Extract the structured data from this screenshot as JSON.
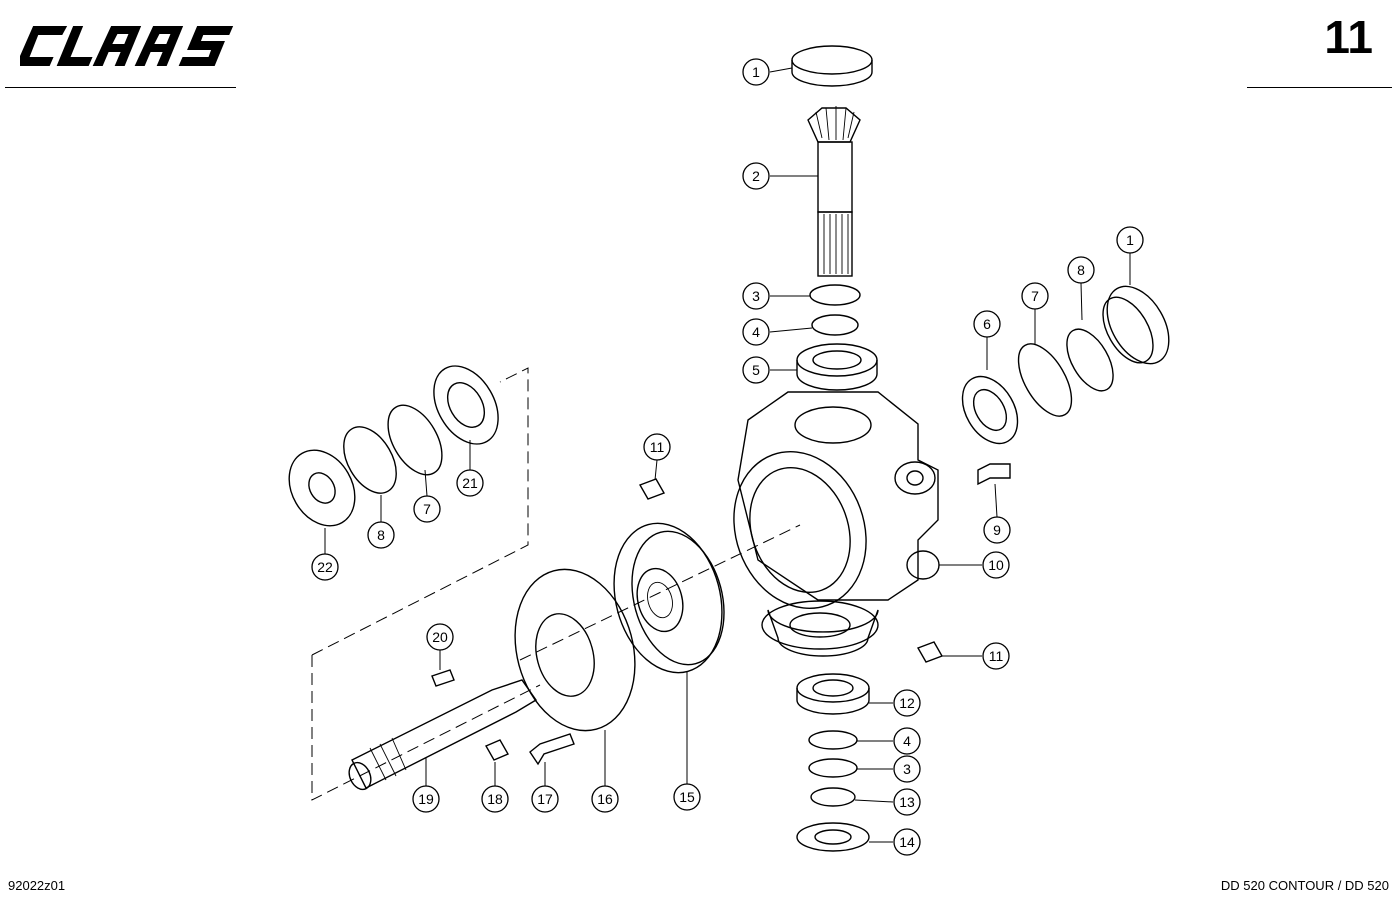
{
  "header": {
    "logo_text": "CLAAS",
    "page_number": "11"
  },
  "footer": {
    "drawing_code": "92022z01",
    "model": "DD 520 CONTOUR / DD 520"
  },
  "callouts": [
    {
      "id": "c1a",
      "label": "1"
    },
    {
      "id": "c2",
      "label": "2"
    },
    {
      "id": "c3a",
      "label": "3"
    },
    {
      "id": "c4a",
      "label": "4"
    },
    {
      "id": "c5",
      "label": "5"
    },
    {
      "id": "c1b",
      "label": "1"
    },
    {
      "id": "c8a",
      "label": "8"
    },
    {
      "id": "c7a",
      "label": "7"
    },
    {
      "id": "c6",
      "label": "6"
    },
    {
      "id": "c11a",
      "label": "11"
    },
    {
      "id": "c9",
      "label": "9"
    },
    {
      "id": "c10",
      "label": "10"
    },
    {
      "id": "c11b",
      "label": "11"
    },
    {
      "id": "c12",
      "label": "12"
    },
    {
      "id": "c4b",
      "label": "4"
    },
    {
      "id": "c3b",
      "label": "3"
    },
    {
      "id": "c13",
      "label": "13"
    },
    {
      "id": "c14",
      "label": "14"
    },
    {
      "id": "c21",
      "label": "21"
    },
    {
      "id": "c7b",
      "label": "7"
    },
    {
      "id": "c8b",
      "label": "8"
    },
    {
      "id": "c22",
      "label": "22"
    },
    {
      "id": "c20",
      "label": "20"
    },
    {
      "id": "c19",
      "label": "19"
    },
    {
      "id": "c18",
      "label": "18"
    },
    {
      "id": "c17",
      "label": "17"
    },
    {
      "id": "c16",
      "label": "16"
    },
    {
      "id": "c15",
      "label": "15"
    }
  ]
}
